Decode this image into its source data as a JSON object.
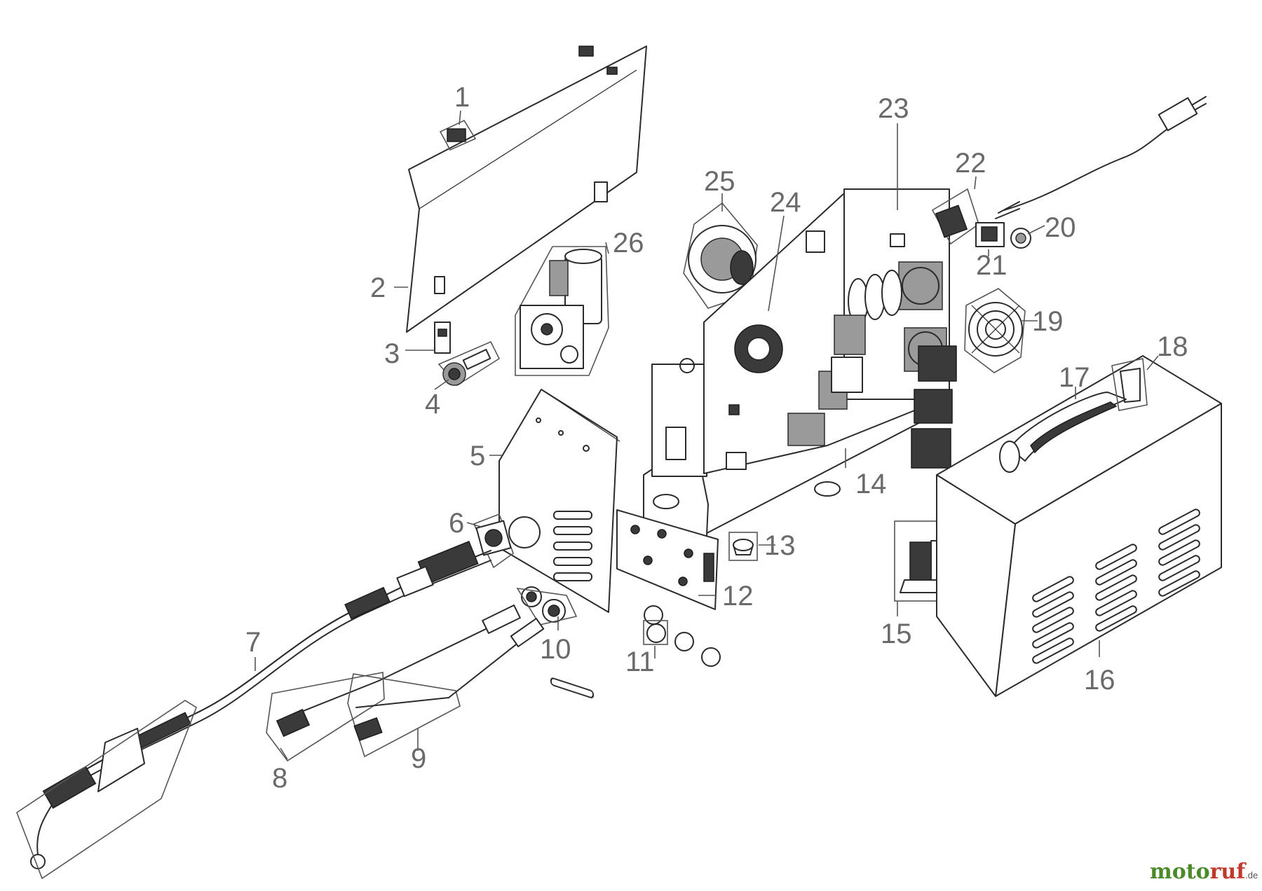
{
  "diagram": {
    "parts": [
      {
        "number": "1"
      },
      {
        "number": "2"
      },
      {
        "number": "3"
      },
      {
        "number": "4"
      },
      {
        "number": "5"
      },
      {
        "number": "6"
      },
      {
        "number": "7"
      },
      {
        "number": "8"
      },
      {
        "number": "9"
      },
      {
        "number": "10"
      },
      {
        "number": "11"
      },
      {
        "number": "12"
      },
      {
        "number": "13"
      },
      {
        "number": "14"
      },
      {
        "number": "15"
      },
      {
        "number": "16"
      },
      {
        "number": "17"
      },
      {
        "number": "18"
      },
      {
        "number": "19"
      },
      {
        "number": "20"
      },
      {
        "number": "21"
      },
      {
        "number": "22"
      },
      {
        "number": "23"
      },
      {
        "number": "24"
      },
      {
        "number": "25"
      },
      {
        "number": "26"
      }
    ]
  },
  "watermark": {
    "brand": "motoruf",
    "tld": ".de",
    "colors": {
      "green": "#4a8a2a",
      "red": "#c0392b",
      "gray": "#555555"
    }
  }
}
